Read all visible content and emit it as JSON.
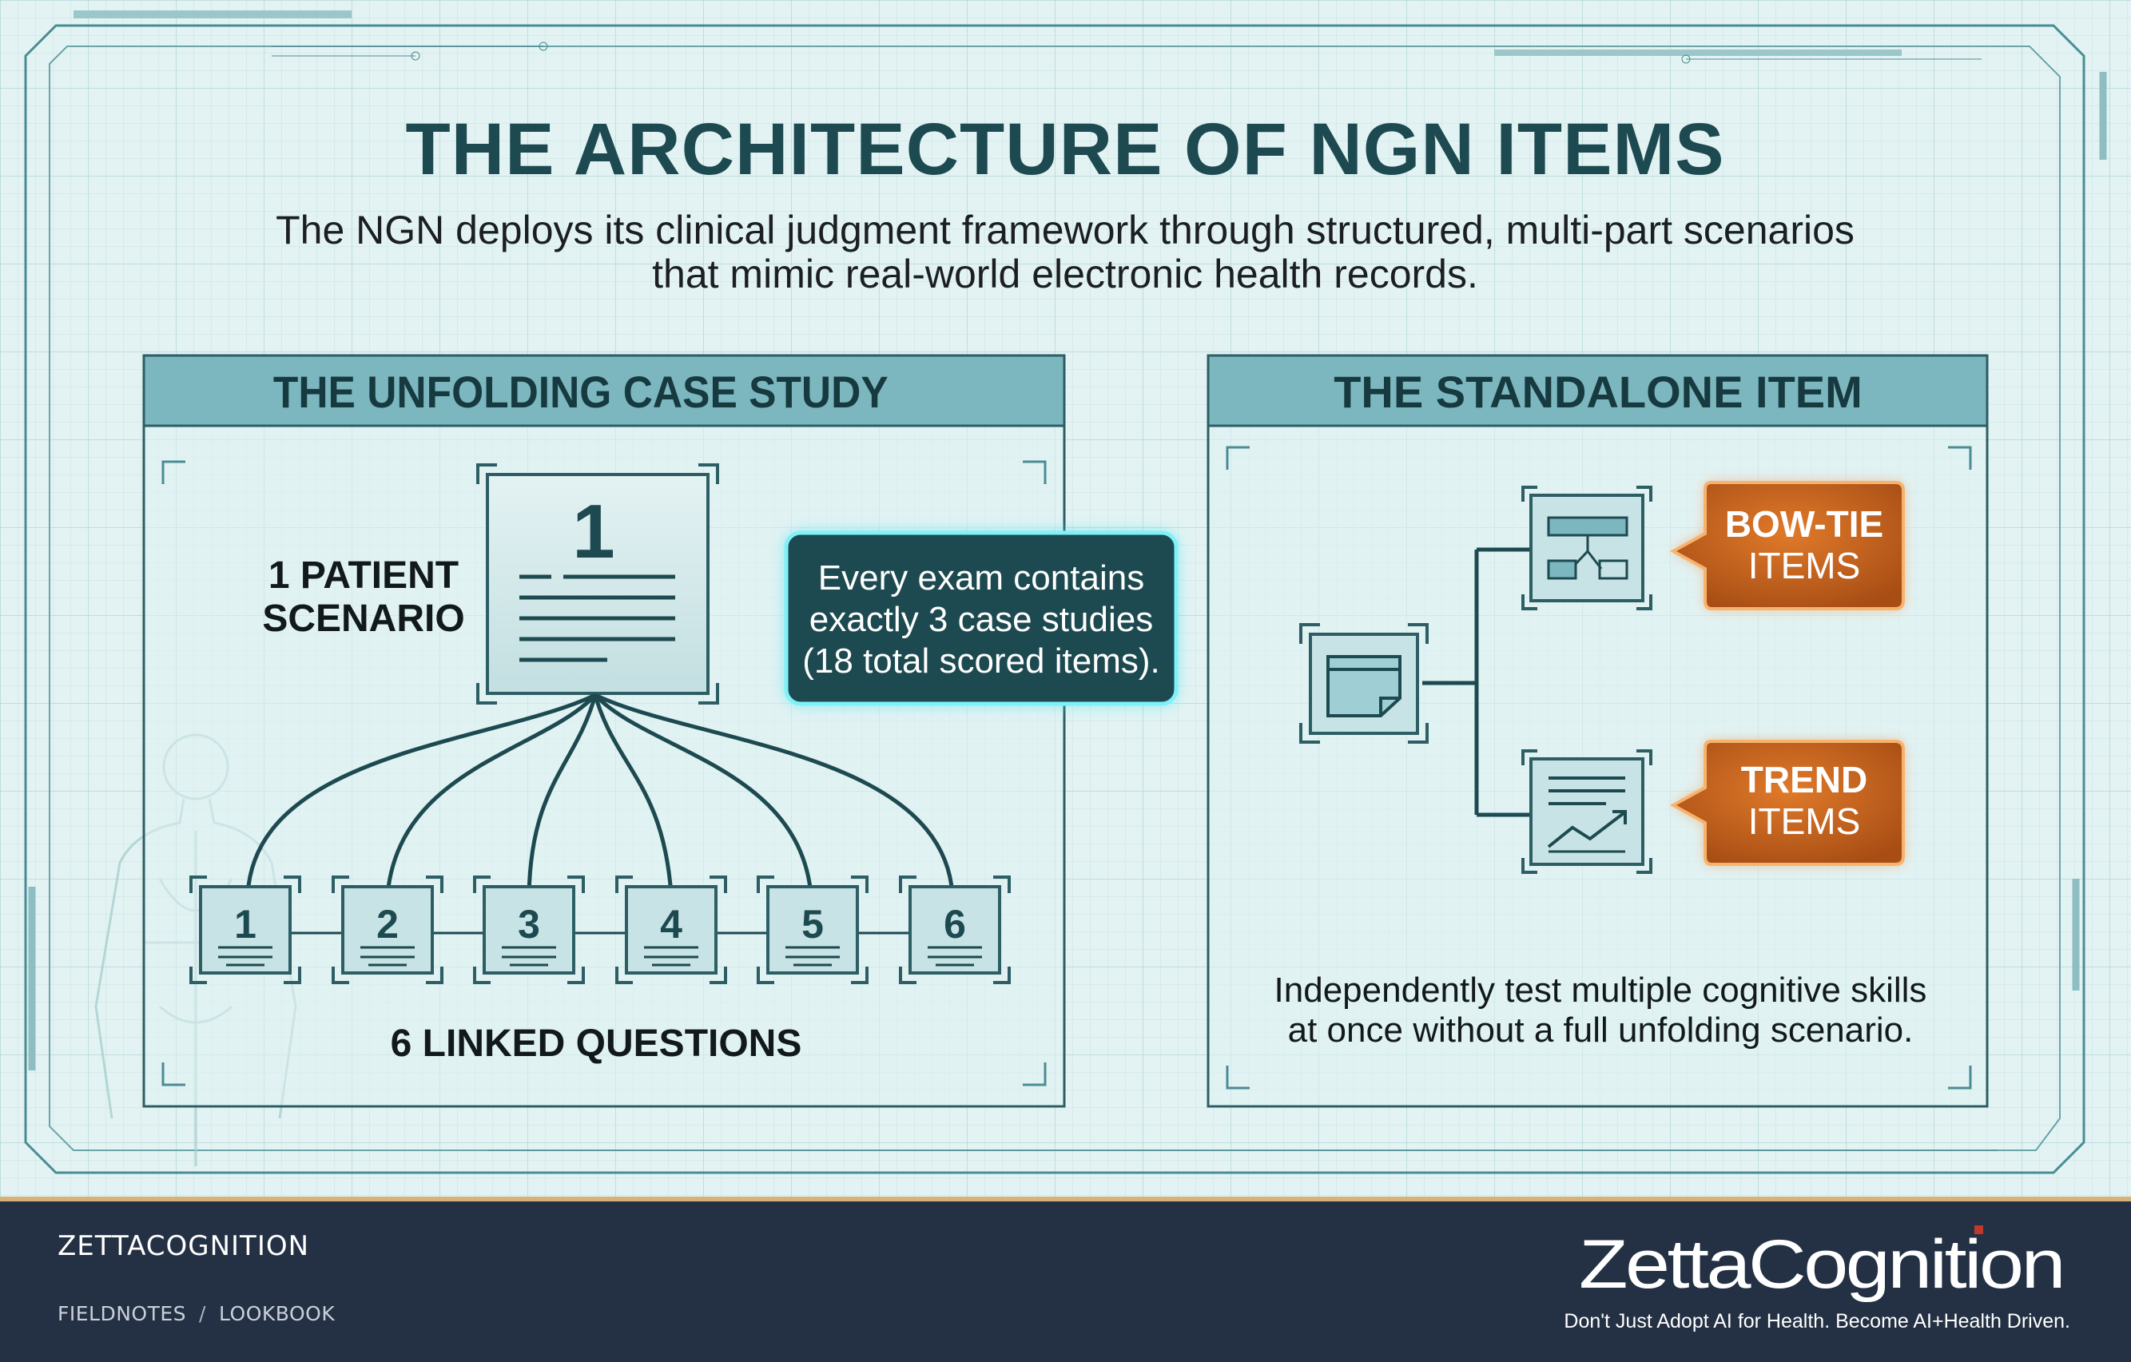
{
  "title": "THE ARCHITECTURE OF NGN ITEMS",
  "subtitle": {
    "line1": "The NGN deploys its clinical judgment framework through structured, multi-part scenarios",
    "line2": "that mimic real-world electronic health records."
  },
  "unfolding": {
    "header": "THE UNFOLDING CASE STUDY",
    "scenario_number": "1",
    "scenario_label": {
      "line1": "1 PATIENT",
      "line2": "SCENARIO"
    },
    "callout": {
      "line1": "Every exam contains",
      "line2": "exactly 3 case studies",
      "line3": "(18 total scored items)."
    },
    "questions": [
      "1",
      "2",
      "3",
      "4",
      "5",
      "6"
    ],
    "questions_label": "6 LINKED QUESTIONS"
  },
  "standalone": {
    "header": "THE STANDALONE ITEM",
    "bowtie": {
      "line1": "BOW-TIE",
      "line2": "ITEMS"
    },
    "trend": {
      "line1": "TREND",
      "line2": "ITEMS"
    },
    "caption": {
      "line1": "Independently test multiple cognitive skills",
      "line2": "at once without a full unfolding scenario."
    }
  },
  "footer": {
    "brand": "ZETTACOGNITION",
    "breadcrumb": [
      "FIELDNOTES",
      "LOOKBOOK"
    ],
    "breadcrumb_sep": "/",
    "logo_text": "ZettaCognition",
    "tagline": "Don't Just Adopt AI for Health. Become AI+Health Driven."
  },
  "colors": {
    "background": "#e3f3f3",
    "ink": "#1d4a50",
    "header_fill": "#7cb7bf",
    "callout_fill": "#1d4a50",
    "callout_glow": "#45e3f0",
    "orange": "#c8621d",
    "footer": "#243144",
    "footer_border": "#d6b27a"
  },
  "icons": [
    "scenario-document-icon",
    "question-card-icon",
    "browser-window-icon",
    "flow-diagram-icon",
    "trend-chart-icon",
    "human-figure-icon"
  ]
}
